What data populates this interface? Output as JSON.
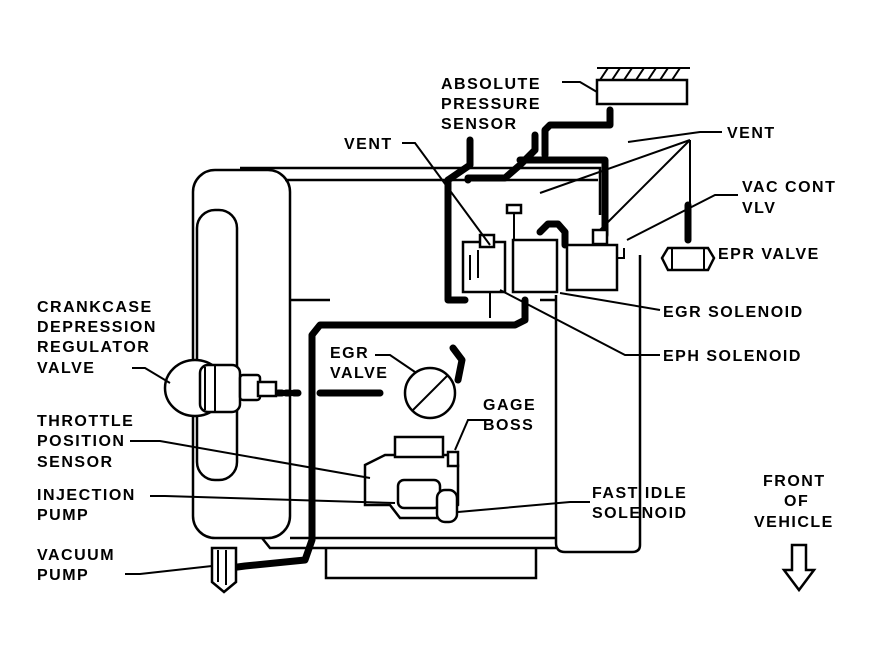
{
  "labels": {
    "absolute_pressure_sensor": [
      "ABSOLUTE",
      "PRESSURE",
      "SENSOR"
    ],
    "vent_left": "VENT",
    "vent_right": "VENT",
    "vac_cont_vlv": [
      "VAC CONT",
      "VLV"
    ],
    "epr_valve": "EPR VALVE",
    "egr_solenoid": "EGR SOLENOID",
    "eph_solenoid": "EPH SOLENOID",
    "crankcase_depression_regulator_valve": [
      "CRANKCASE",
      "DEPRESSION",
      "REGULATOR",
      "VALVE"
    ],
    "egr_valve": [
      "EGR",
      "VALVE"
    ],
    "gage_boss": [
      "GAGE",
      "BOSS"
    ],
    "throttle_position_sensor": [
      "THROTTLE",
      "POSITION",
      "SENSOR"
    ],
    "injection_pump": [
      "INJECTION",
      "PUMP"
    ],
    "fast_idle_solenoid": [
      "FAST IDLE",
      "SOLENOID"
    ],
    "front_of_vehicle": [
      "FRONT",
      "OF",
      "VEHICLE"
    ],
    "vacuum_pump": [
      "VACUUM",
      "PUMP"
    ]
  }
}
